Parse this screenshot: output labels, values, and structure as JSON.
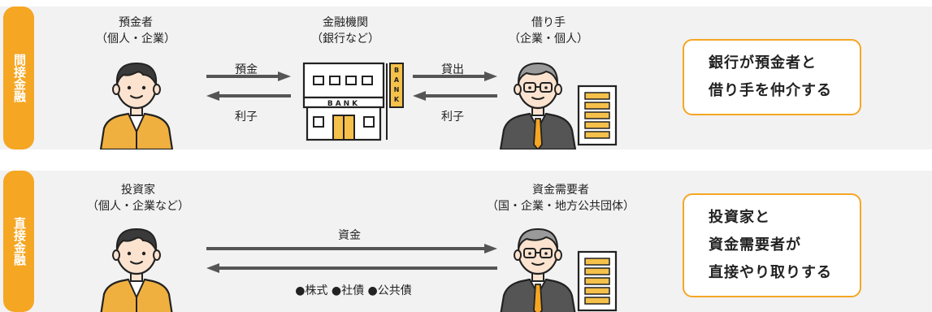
{
  "indirect": {
    "tab_label": "間接金融",
    "depositor": {
      "title": "預金者",
      "sub": "（個人・企業）"
    },
    "bank": {
      "title": "金融機関",
      "sub": "（銀行など）",
      "sign_label": "BANK",
      "side_sign": "BANK"
    },
    "borrower": {
      "title": "借り手",
      "sub": "（企業・個人）"
    },
    "arrow_deposit": "預金",
    "arrow_interest_left": "利子",
    "arrow_loan": "貸出",
    "arrow_interest_right": "利子",
    "callout_lines": [
      "銀行が預金者と",
      "借り手を仲介する"
    ]
  },
  "direct": {
    "tab_label": "直接金融",
    "investor": {
      "title": "投資家",
      "sub": "（個人・企業など）"
    },
    "fund_demander": {
      "title": "資金需要者",
      "sub": "（国・企業・地方公共団体）"
    },
    "arrow_funds": "資金",
    "securities": "●株式 ●社債 ●公共債",
    "callout_lines": [
      "投資家と",
      "資金需要者が",
      "直接やり取りする"
    ]
  },
  "colors": {
    "accent": "#f5a623",
    "panel_bg": "#f2f2f2",
    "arrow": "#555555",
    "skin": "#fbe3cf",
    "jacket_casual": "#f0b040",
    "suit": "#555555"
  }
}
